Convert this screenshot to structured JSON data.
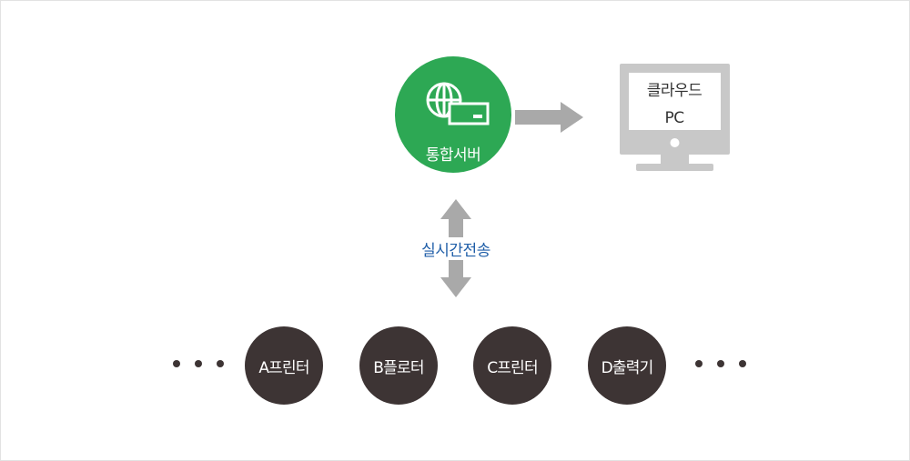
{
  "server": {
    "label": "통합서버",
    "icon": "globe-card-icon",
    "color": "#2da854"
  },
  "pc": {
    "line1": "클라우드",
    "line2": "PC",
    "icon": "monitor-icon",
    "color": "#c8c8c8"
  },
  "transfer": {
    "label": "실시간전송",
    "color": "#1f5ea8"
  },
  "devices": [
    {
      "label": "A프린터"
    },
    {
      "label": "B플로터"
    },
    {
      "label": "C프린터"
    },
    {
      "label": "D출력기"
    }
  ],
  "colors": {
    "device": "#3d3434",
    "arrow": "#a9a9a9"
  }
}
